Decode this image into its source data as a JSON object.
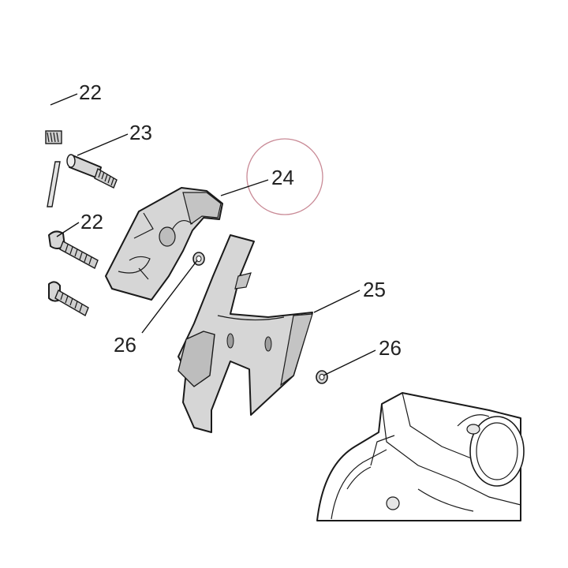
{
  "callouts": {
    "c22_top": "22",
    "c23": "23",
    "c24": "24",
    "c22_mid": "22",
    "c25": "25",
    "c26_left": "26",
    "c26_right": "26"
  },
  "colors": {
    "part_fill": "#d6d6d6",
    "part_shade": "#a9a9a9",
    "highlight_circle": "#c98a96",
    "line": "#1a1a1a"
  }
}
